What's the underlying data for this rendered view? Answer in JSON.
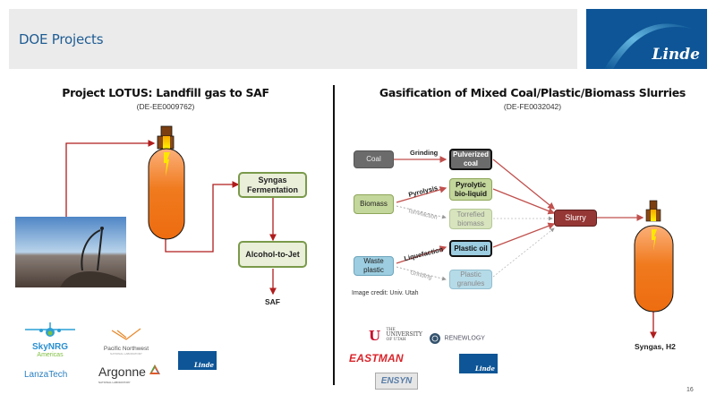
{
  "header": {
    "title": "DOE Projects",
    "brand_logo": "Linde"
  },
  "left": {
    "title": "Project LOTUS: Landfill gas to SAF",
    "code": "(DE-EE0009762)",
    "photo": "landfill-gas-well-photo",
    "nodes": {
      "syngas_fermentation": "Syngas Fermentation",
      "alcohol_to_jet": "Alcohol-to-Jet"
    },
    "output": "SAF",
    "partners": [
      "SkyNRG",
      "Americas",
      "Pacific Northwest",
      "NATIONAL LABORATORY",
      "LanzaTech",
      "Argonne",
      "NATIONAL LABORATORY",
      "Linde"
    ]
  },
  "right": {
    "title": "Gasification of Mixed Coal/Plastic/Biomass Slurries",
    "code": "(DE-FE0032042)",
    "nodes": {
      "coal": "Coal",
      "pulverized_coal": "Pulverized coal",
      "biomass": "Biomass",
      "pyrolytic_bio_liquid": "Pyrolytic bio-liquid",
      "torrefied_biomass": "Torrefied biomass",
      "waste_plastic": "Waste plastic",
      "plastic_oil": "Plastic oil",
      "plastic_granules": "Plastic granules",
      "slurry": "Slurry"
    },
    "edges": {
      "grinding": "Grinding",
      "pyrolysis": "Pyrolysis",
      "torrefaction": "Torrefaction",
      "liquefaction": "Liquefaction",
      "grinding2": "Grinding"
    },
    "credit": "Image credit: Univ. Utah",
    "output": "Syngas, H2",
    "partners": [
      "THE",
      "UNIVERSITY",
      "OF UTAH",
      "RENEWLOGY",
      "EASTMAN",
      "ENSYN",
      "Linde"
    ]
  },
  "colors": {
    "title_blue": "#1f5d94",
    "brand_blue": "#0d5596",
    "flow_red": "#c0504d",
    "arrow_red": "#b01c1c",
    "slurry": "#953735"
  },
  "footer": {
    "page_number": "16"
  }
}
